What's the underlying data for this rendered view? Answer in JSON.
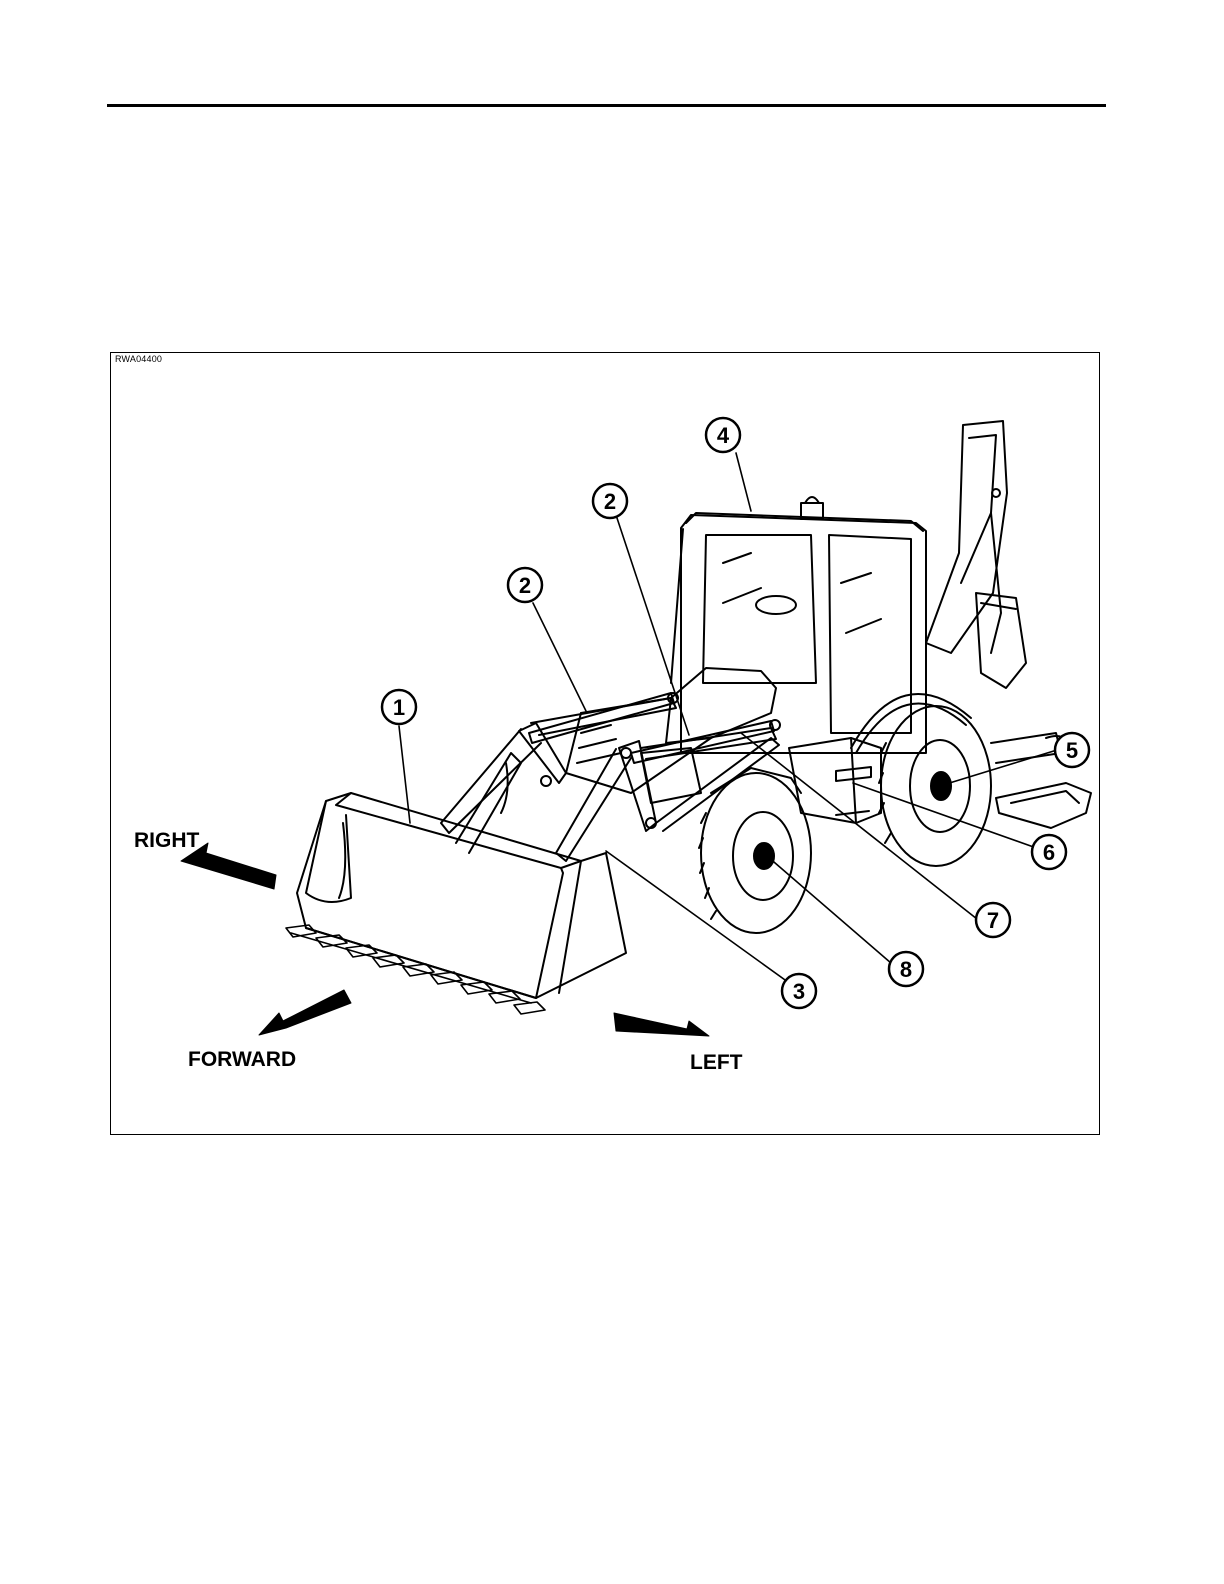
{
  "figure": {
    "id_code": "RWA04400",
    "directions": {
      "right": "RIGHT",
      "forward": "FORWARD",
      "left": "LEFT"
    },
    "callouts": [
      "1",
      "2",
      "2",
      "3",
      "4",
      "5",
      "6",
      "7",
      "8"
    ]
  },
  "colors": {
    "ink": "#000000",
    "paper": "#ffffff"
  }
}
